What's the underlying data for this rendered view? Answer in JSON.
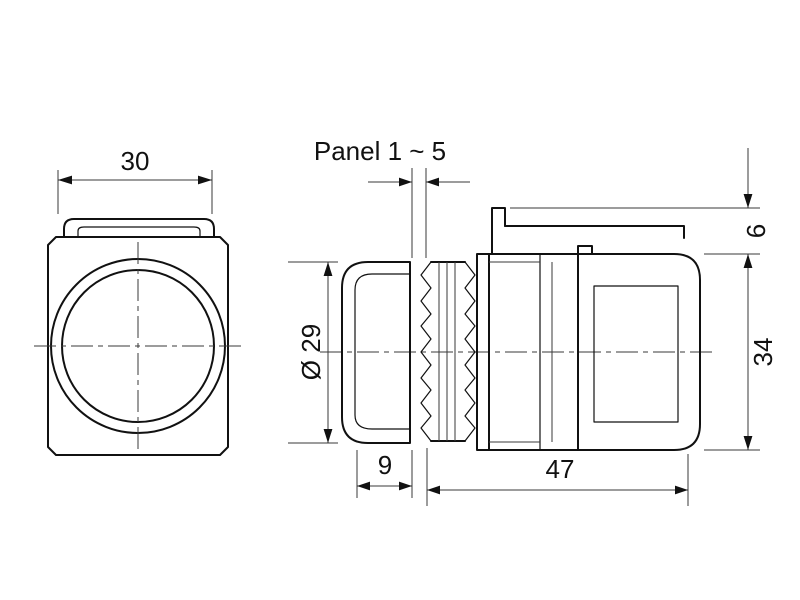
{
  "diagram": {
    "type": "technical-drawing",
    "subject": "push-button-switch-dimension-drawing",
    "labels": {
      "width": "30",
      "panel_thickness": "Panel 1 ~ 5",
      "button_diameter": "Ø 29",
      "button_protrusion": "9",
      "body_depth": "47",
      "latch_height": "6",
      "body_height": "34"
    },
    "colors": {
      "line": "#111111",
      "background": "#ffffff"
    }
  }
}
